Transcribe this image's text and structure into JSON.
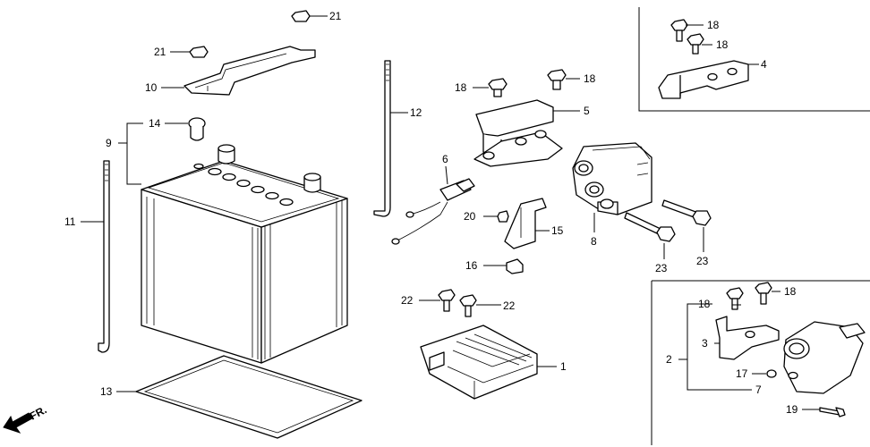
{
  "callouts": {
    "c1": "1",
    "c2": "2",
    "c3": "3",
    "c4": "4",
    "c5": "5",
    "c6": "6",
    "c7": "7",
    "c8": "8",
    "c9": "9",
    "c10": "10",
    "c11": "11",
    "c12": "12",
    "c13": "13",
    "c14": "14",
    "c15": "15",
    "c16": "16",
    "c17": "17",
    "c18a": "18",
    "c18b": "18",
    "c18c": "18",
    "c18d": "18",
    "c18e": "18",
    "c18f": "18",
    "c19": "19",
    "c20": "20",
    "c21a": "21",
    "c21b": "21",
    "c22a": "22",
    "c22b": "22",
    "c23a": "23",
    "c23b": "23"
  },
  "direction_marker": "FR."
}
